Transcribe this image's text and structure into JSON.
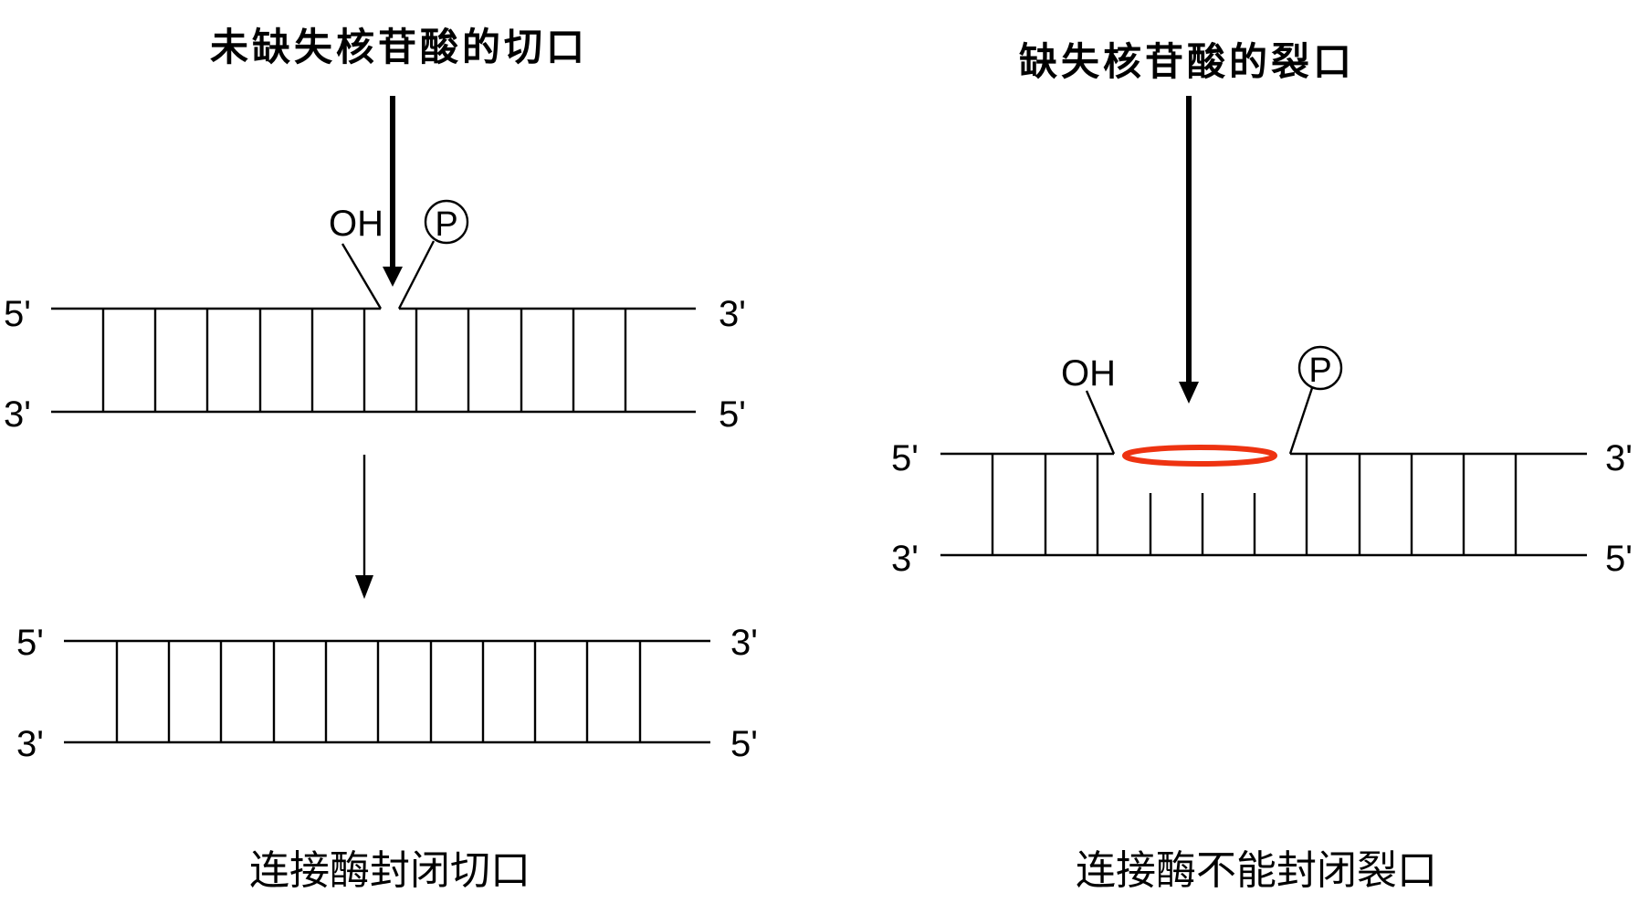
{
  "left_panel": {
    "title": "未缺失核苷酸的切口",
    "group_label": "OH",
    "phosphate_label": "P",
    "top_duplex": {
      "strand_top_left": "5'",
      "strand_top_right": "3'",
      "strand_bottom_left": "3'",
      "strand_bottom_right": "5'"
    },
    "bottom_duplex": {
      "strand_top_left": "5'",
      "strand_top_right": "3'",
      "strand_bottom_left": "3'",
      "strand_bottom_right": "5'"
    },
    "caption": "连接酶封闭切口"
  },
  "right_panel": {
    "title": "缺失核苷酸的裂口",
    "group_label": "OH",
    "phosphate_label": "P",
    "duplex": {
      "strand_top_left": "5'",
      "strand_top_right": "3'",
      "strand_bottom_left": "3'",
      "strand_bottom_right": "5'"
    },
    "caption": "连接酶不能封闭裂口"
  },
  "colors": {
    "line": "#000000",
    "gap_highlight": "#ee3311",
    "background": "#ffffff"
  }
}
